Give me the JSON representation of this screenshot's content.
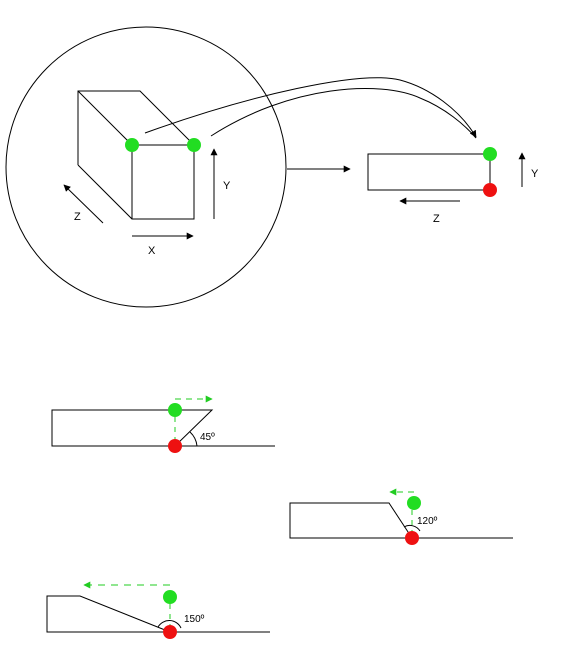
{
  "colors": {
    "stroke": "#000000",
    "green": "#22dd22",
    "red": "#ee1111",
    "green_dash": "#22cc22"
  },
  "top_view": {
    "axes": {
      "x_label": "X",
      "y_label": "Y",
      "z_label": "Z"
    },
    "side_view_axes": {
      "y_label": "Y",
      "z_label": "Z"
    }
  },
  "angle_examples": [
    {
      "label": "45º"
    },
    {
      "label": "120º"
    },
    {
      "label": "150º"
    }
  ]
}
